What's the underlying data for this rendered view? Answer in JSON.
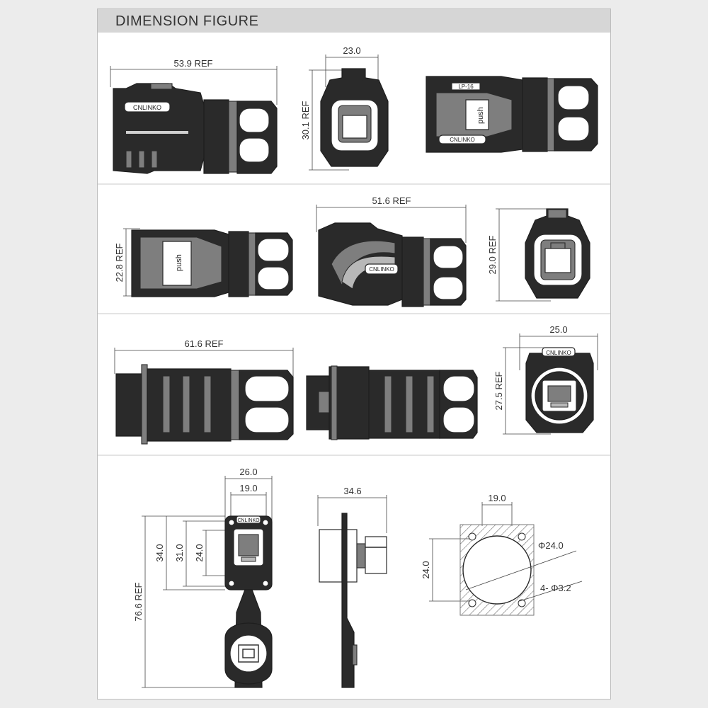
{
  "header": {
    "title": "DIMENSION FIGURE"
  },
  "brand": {
    "logo_text": "CNLINKO"
  },
  "labels": {
    "push": "push",
    "model": "LP-16"
  },
  "dimensions": {
    "d1_width": "53.9 REF",
    "d2_width": "23.0",
    "d2_height": "30.1 REF",
    "d4_height": "22.8 REF",
    "d5_width": "51.6 REF",
    "d6_height": "29.0 REF",
    "d7_width": "61.6 REF",
    "d9_width": "25.0",
    "d9_height": "27.5 REF",
    "d10_outer_width": "26.0",
    "d10_inner_width": "19.0",
    "d10_h1": "34.0",
    "d10_h2": "31.0",
    "d10_h3": "24.0",
    "d10_total": "76.6 REF",
    "d11_width": "34.6",
    "d12_width": "19.0",
    "d12_height": "24.0",
    "d12_diameter": "Φ24.0",
    "d12_holes": "4- Φ3.2"
  },
  "colors": {
    "header": "#d6d6d6",
    "body": "#2a2a2a",
    "frame": "#ececec"
  }
}
